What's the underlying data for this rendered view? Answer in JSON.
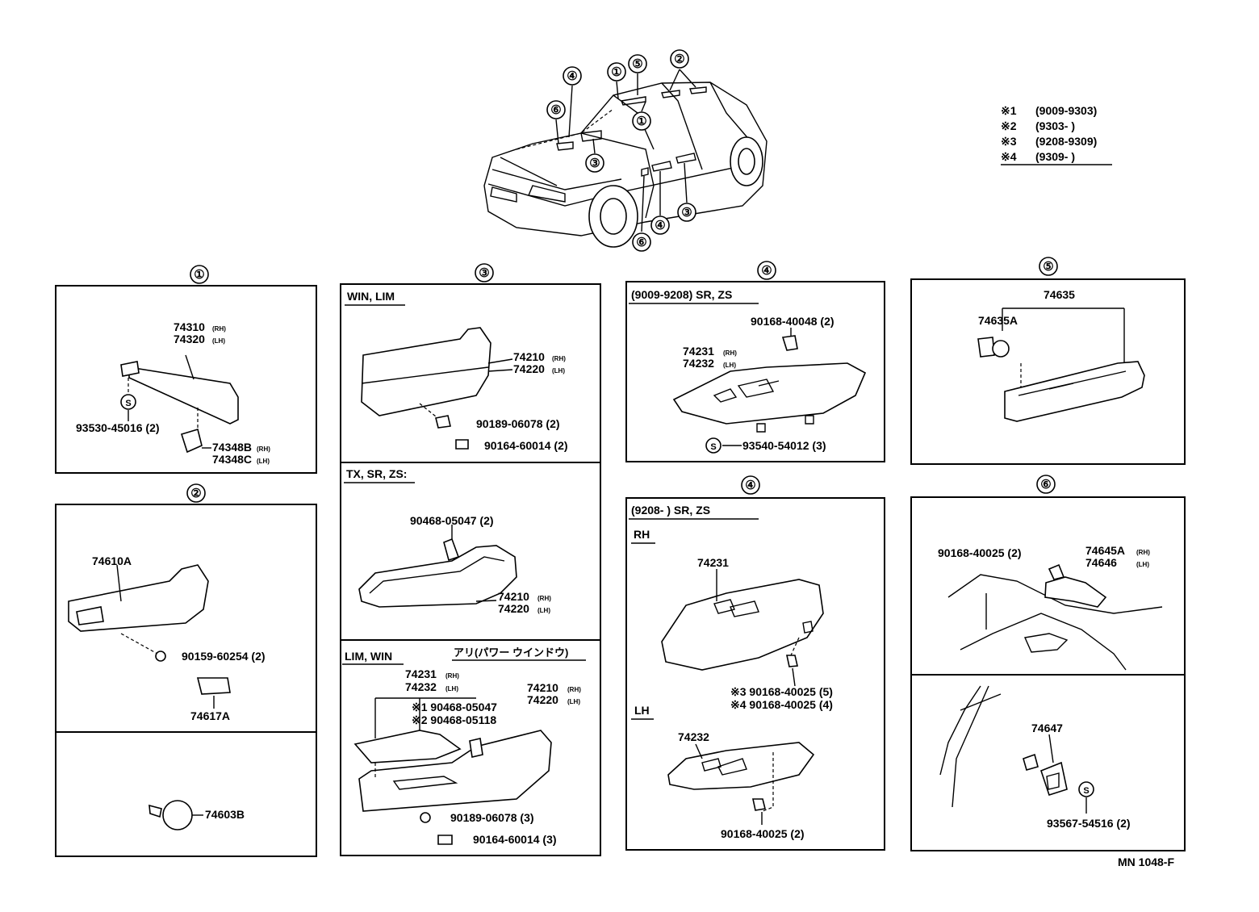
{
  "legend": [
    {
      "mark": "※1",
      "range": "(9009-9303)"
    },
    {
      "mark": "※2",
      "range": "(9303-        )"
    },
    {
      "mark": "※3",
      "range": "(9208-9309)"
    },
    {
      "mark": "※4",
      "range": "(9309-        )"
    }
  ],
  "car_callouts": [
    "④",
    "①",
    "⑤",
    "②",
    "⑥",
    "①",
    "③",
    "④",
    "③",
    "⑥"
  ],
  "panel1": {
    "number": "①",
    "labels": {
      "p74310": "74310",
      "p74310_side": "(RH)",
      "p74320": "74320",
      "p74320_side": "(LH)",
      "s_mark": "S",
      "p93530": "93530-45016 (2)",
      "p74348b": "74348B",
      "p74348b_side": "(RH)",
      "p74348c": "74348C",
      "p74348c_side": "(LH)"
    }
  },
  "panel2": {
    "number": "②",
    "labels": {
      "p74610a": "74610A",
      "p90159": "90159-60254 (2)",
      "p74617a": "74617A",
      "p74603b": "74603B"
    }
  },
  "panel3": {
    "number": "③",
    "sections": {
      "a_header": "WIN, LIM",
      "a_74210": "74210",
      "a_74210_side": "(RH)",
      "a_74220": "74220",
      "a_74220_side": "(LH)",
      "a_90189": "90189-06078 (2)",
      "a_90164": "90164-60014 (2)",
      "b_header": "TX, SR, ZS:",
      "b_90468": "90468-05047 (2)",
      "b_74210": "74210",
      "b_74210_side": "(RH)",
      "b_74220": "74220",
      "b_74220_side": "(LH)",
      "c_header": "LIM, WIN",
      "c_note": "アリ(パワー ウインドウ)",
      "c_74231": "74231",
      "c_74231_side": "(RH)",
      "c_74232": "74232",
      "c_74232_side": "(LH)",
      "c_m1": "※1 90468-05047",
      "c_m2": "※2 90468-05118",
      "c_74210": "74210",
      "c_74210_side": "(RH)",
      "c_74220": "74220",
      "c_74220_side": "(LH)",
      "c_90189": "90189-06078 (3)",
      "c_90164": "90164-60014 (3)"
    }
  },
  "panel4a": {
    "number": "④",
    "labels": {
      "header": "(9009-9208) SR, ZS",
      "p90168": "90168-40048 (2)",
      "p74231": "74231",
      "p74231_side": "(RH)",
      "p74232": "74232",
      "p74232_side": "(LH)",
      "s_mark": "S",
      "p93540": "93540-54012 (3)"
    }
  },
  "panel4b": {
    "number": "④",
    "labels": {
      "header": "(9208-         ) SR, ZS",
      "rh": "RH",
      "p74231": "74231",
      "m3": "※3 90168-40025 (5)",
      "m4": "※4 90168-40025 (4)",
      "lh": "LH",
      "p74232": "74232",
      "p90168": "90168-40025 (2)"
    }
  },
  "panel5": {
    "number": "⑤",
    "labels": {
      "p74635": "74635",
      "p74635a": "74635A"
    }
  },
  "panel6": {
    "number": "⑥",
    "labels": {
      "p90168": "90168-40025 (2)",
      "p74645a": "74645A",
      "p74645a_side": "(RH)",
      "p74646": "74646",
      "p74646_side": "(LH)",
      "p74647": "74647",
      "s_mark": "S",
      "p93567": "93567-54516 (2)"
    }
  },
  "footer": "MN 1048-F"
}
